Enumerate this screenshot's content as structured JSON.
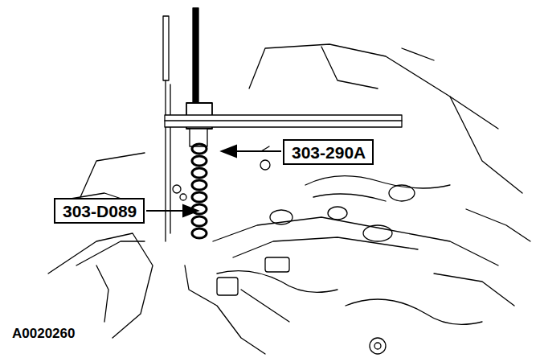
{
  "diagram": {
    "nodes": [
      {
        "text": [
          "303-290A"
        ]
      },
      {
        "text": [
          "303-D089"
        ]
      }
    ],
    "labels": [
      "A0020260"
    ]
  }
}
